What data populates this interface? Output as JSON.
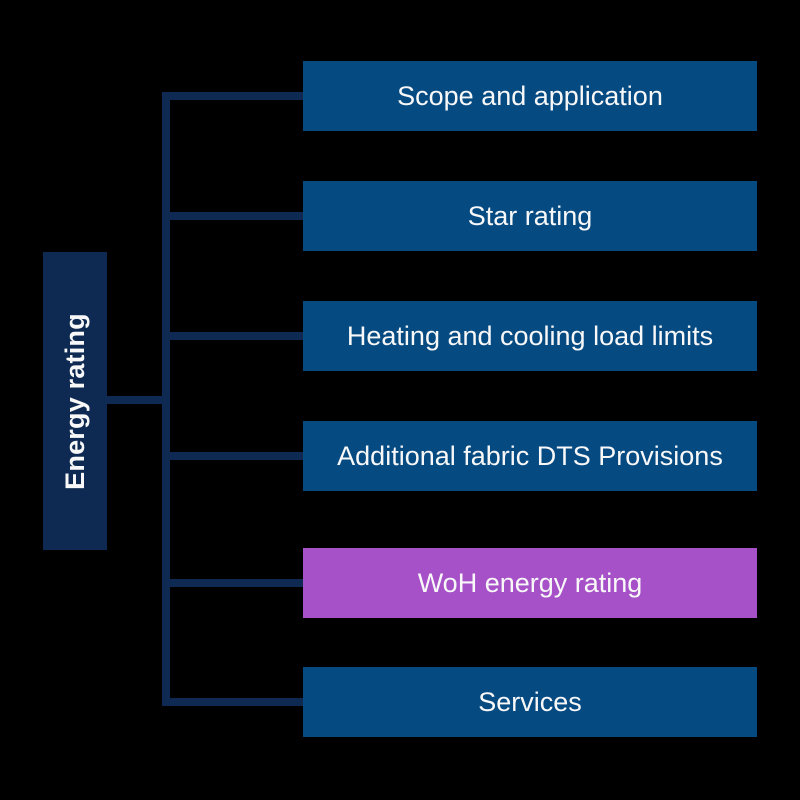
{
  "diagram": {
    "root": {
      "label": "Energy rating"
    },
    "children": [
      {
        "label": "Scope and application",
        "highlighted": false
      },
      {
        "label": "Star rating",
        "highlighted": false
      },
      {
        "label": "Heating and cooling load limits",
        "highlighted": false
      },
      {
        "label": "Additional fabric DTS Provisions",
        "highlighted": false
      },
      {
        "label": "WoH energy rating",
        "highlighted": true
      },
      {
        "label": "Services",
        "highlighted": false
      }
    ],
    "colors": {
      "background": "#000000",
      "node_blue": "#064A82",
      "root_navy": "#0E2A52",
      "connector_navy": "#0E2A52",
      "highlight_purple": "#A651C8",
      "text": "#F8F8F8"
    }
  }
}
